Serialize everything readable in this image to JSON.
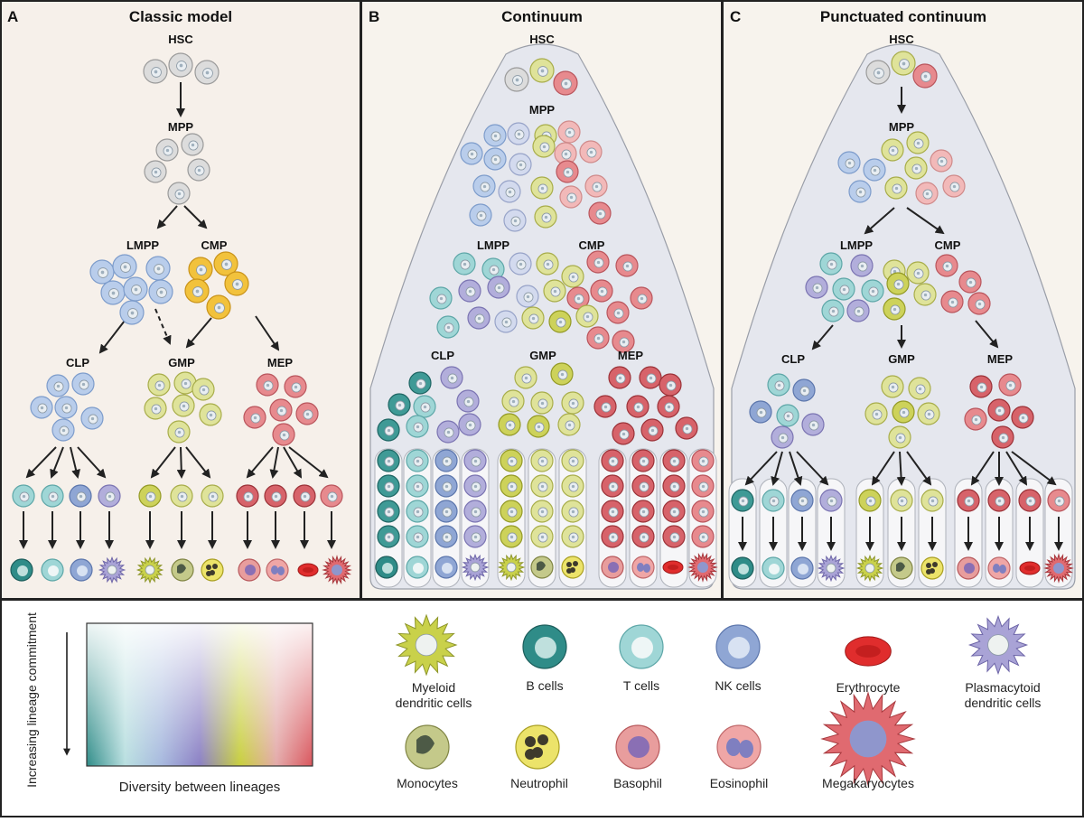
{
  "panels": {
    "a": {
      "letter": "A",
      "title": "Classic model"
    },
    "b": {
      "letter": "B",
      "title": "Continuum"
    },
    "c": {
      "letter": "C",
      "title": "Punctuated continuum"
    }
  },
  "stages": {
    "hsc": "HSC",
    "mpp": "MPP",
    "lmpp": "LMPP",
    "cmp": "CMP",
    "clp": "CLP",
    "gmp": "GMP",
    "mep": "MEP"
  },
  "legend": {
    "y_axis_label": "Increasing lineage commitment",
    "x_axis_label": "Diversity between lineages",
    "gradient_colors": [
      "#2f8c88",
      "#bfe3e3",
      "#a9bde0",
      "#8b80c4",
      "#c8cf3e",
      "#e3a4a4",
      "#d9555c"
    ],
    "cells": [
      {
        "label": "Myeloid dendritic cells",
        "icon": "myeloid-dendritic-cell-icon",
        "color": "#b9c43a"
      },
      {
        "label": "B cells",
        "icon": "b-cell-icon",
        "color": "#2f8c88"
      },
      {
        "label": "T cells",
        "icon": "t-cell-icon",
        "color": "#8fd0d0"
      },
      {
        "label": "NK cells",
        "icon": "nk-cell-icon",
        "color": "#8aa6d6"
      },
      {
        "label": "Erythrocyte",
        "icon": "erythrocyte-icon",
        "color": "#e02d2d"
      },
      {
        "label": "Plasmacytoid dendritic cells",
        "icon": "plasmacytoid-dendritic-cell-icon",
        "color": "#8d82c2"
      },
      {
        "label": "Monocytes",
        "icon": "monocyte-icon",
        "color": "#a8b04a"
      },
      {
        "label": "Neutrophil",
        "icon": "neutrophil-icon",
        "color": "#e1da4a"
      },
      {
        "label": "Basophil",
        "icon": "basophil-icon",
        "color": "#dd7f7f"
      },
      {
        "label": "Eosinophil",
        "icon": "eosinophil-icon",
        "color": "#e38e8e"
      },
      {
        "label": "Megakaryocytes",
        "icon": "megakaryocyte-icon",
        "color": "#d8575c"
      }
    ]
  }
}
